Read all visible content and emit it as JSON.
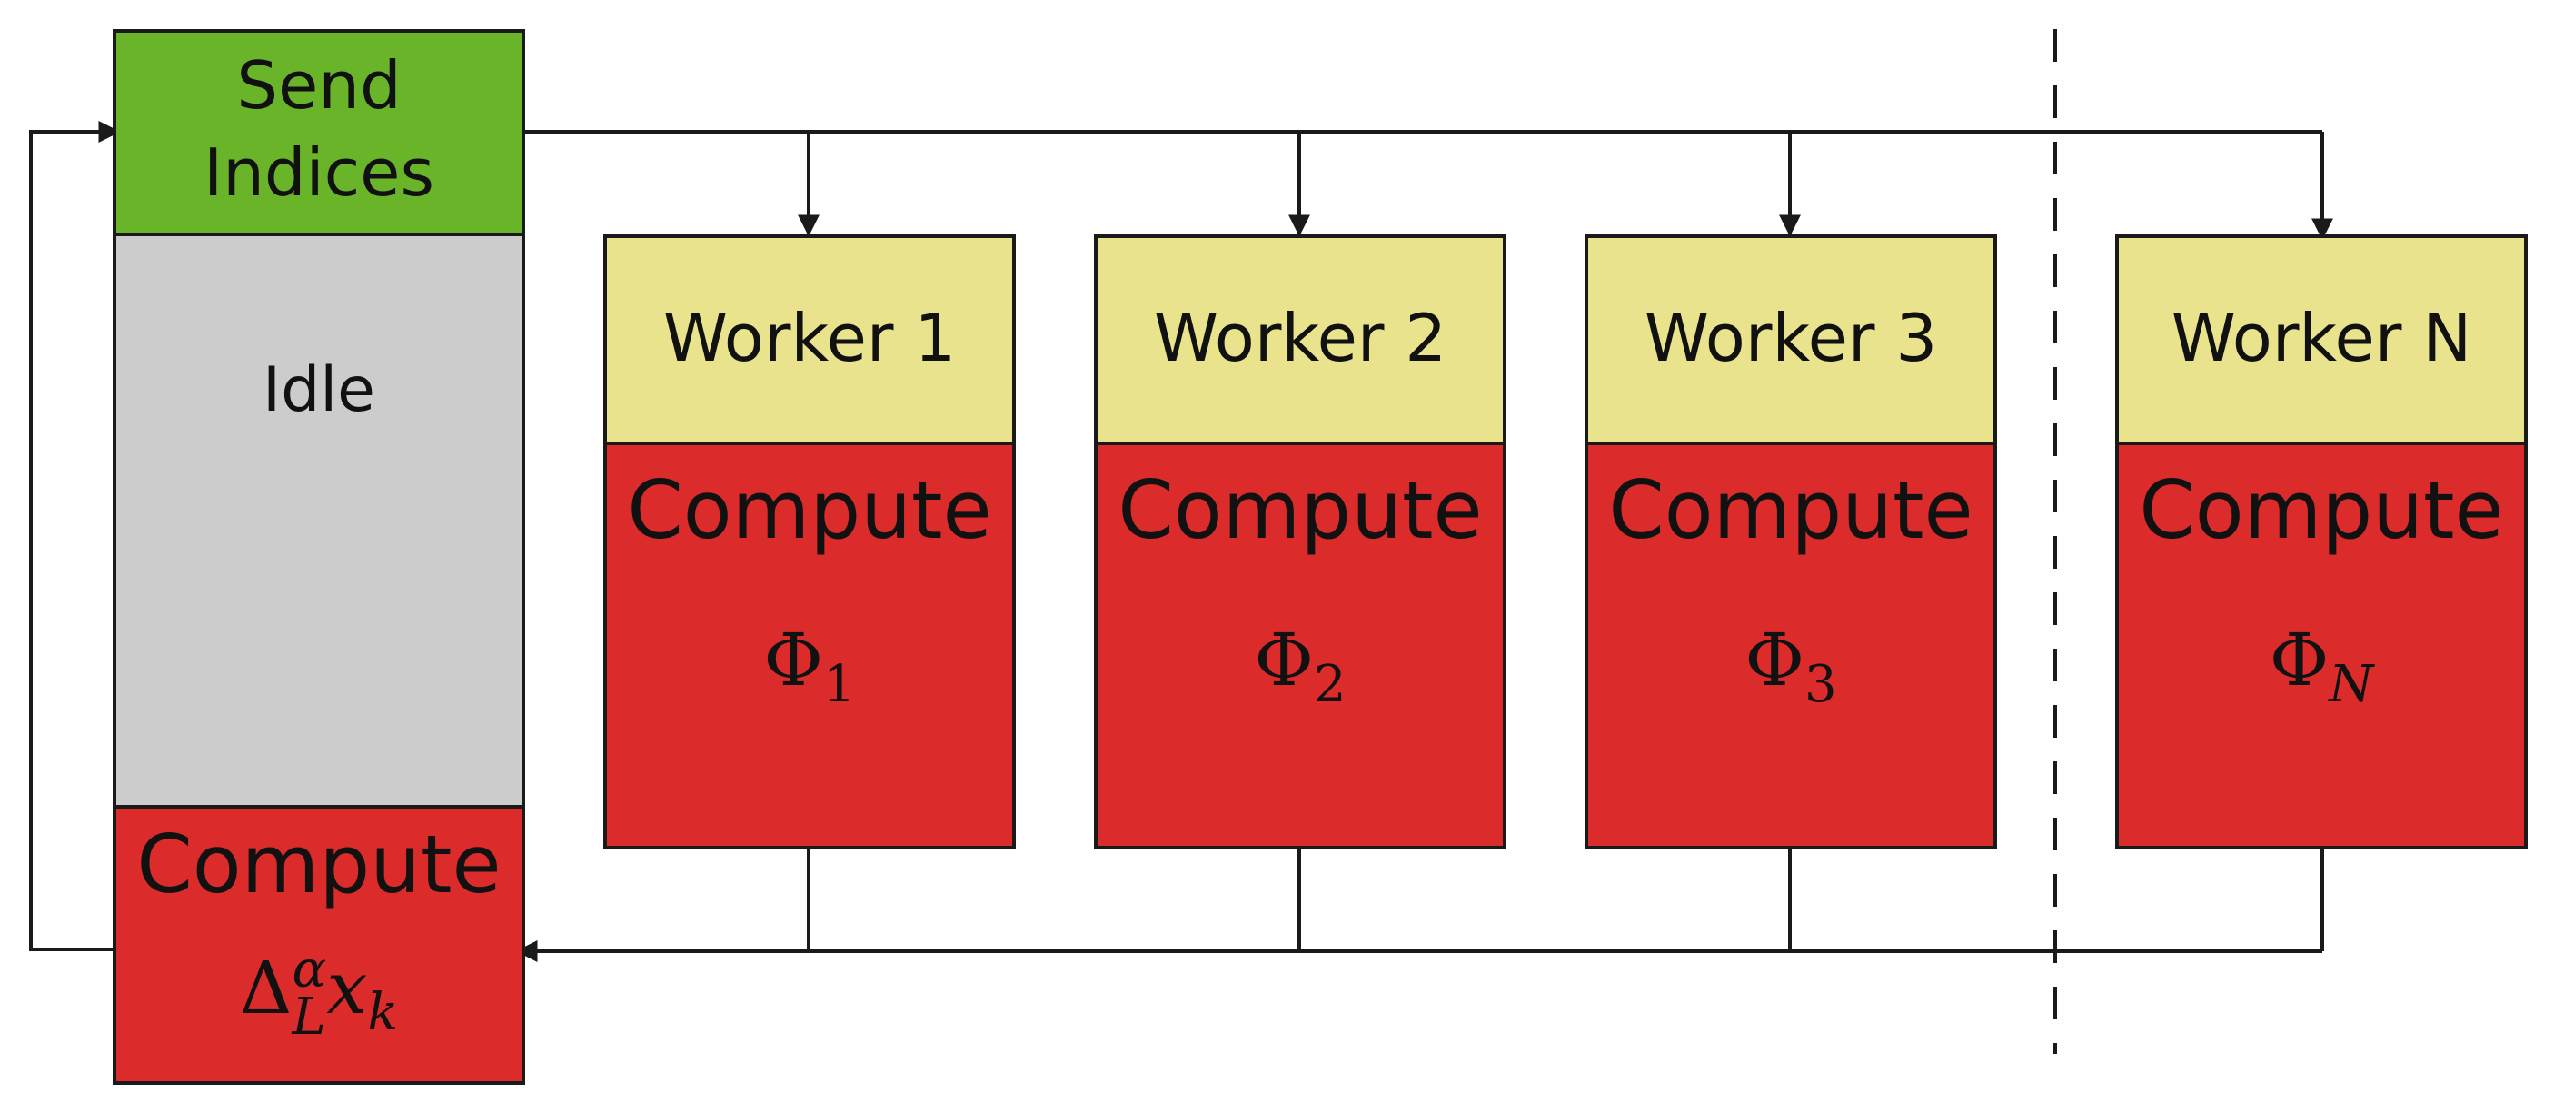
{
  "coordinator": {
    "send_label_line1": "Send",
    "send_label_line2": "Indices",
    "idle_label": "Idle",
    "compute_label": "Compute",
    "compute_math_main": "Δ",
    "compute_math_sup": "α",
    "compute_math_sub": "L",
    "compute_math_var": "x",
    "compute_math_var_sub": "k"
  },
  "workers": [
    {
      "title": "Worker 1",
      "compute_label": "Compute",
      "phi": "Φ",
      "phi_sub": "1"
    },
    {
      "title": "Worker 2",
      "compute_label": "Compute",
      "phi": "Φ",
      "phi_sub": "2"
    },
    {
      "title": "Worker 3",
      "compute_label": "Compute",
      "phi": "Φ",
      "phi_sub": "3"
    },
    {
      "title": "Worker N",
      "compute_label": "Compute",
      "phi": "Φ",
      "phi_sub": "N"
    }
  ],
  "colors": {
    "send": "#6ab42a",
    "idle": "#cccccc",
    "compute": "#dc2b2b",
    "worker_header": "#e8e38c",
    "line": "#1a1a1a"
  }
}
